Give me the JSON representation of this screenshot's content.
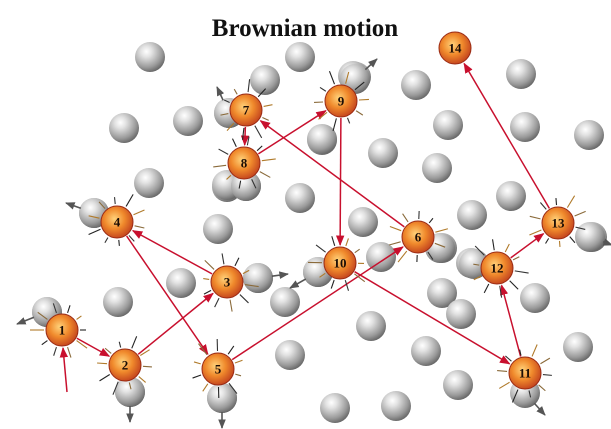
{
  "title": "Brownian motion",
  "colors": {
    "path": "#c8102e",
    "particle": "#d9531e",
    "molecule": "#9a9a9a",
    "spark": "#222222",
    "push_arrow": "#555555"
  },
  "particle_labels": [
    "1",
    "2",
    "3",
    "4",
    "5",
    "6",
    "7",
    "8",
    "9",
    "10",
    "11",
    "12",
    "13",
    "14"
  ]
}
